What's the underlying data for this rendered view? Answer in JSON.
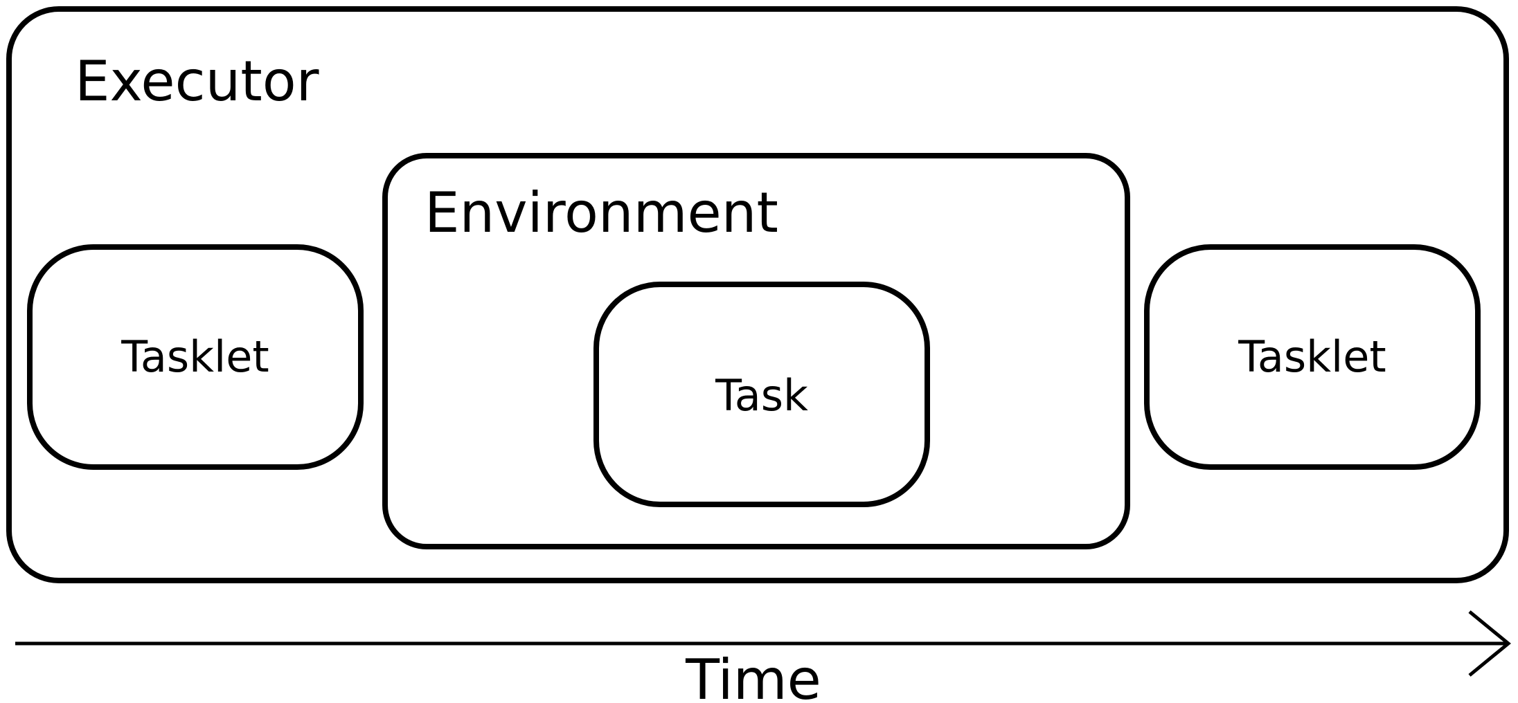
{
  "executor": {
    "label": "Executor"
  },
  "environment": {
    "label": "Environment"
  },
  "task": {
    "label": "Task"
  },
  "tasklets": [
    {
      "label": "Tasklet"
    },
    {
      "label": "Tasklet"
    }
  ],
  "time_axis": {
    "label": "Time"
  },
  "colors": {
    "stroke": "#000000",
    "background": "#ffffff"
  }
}
